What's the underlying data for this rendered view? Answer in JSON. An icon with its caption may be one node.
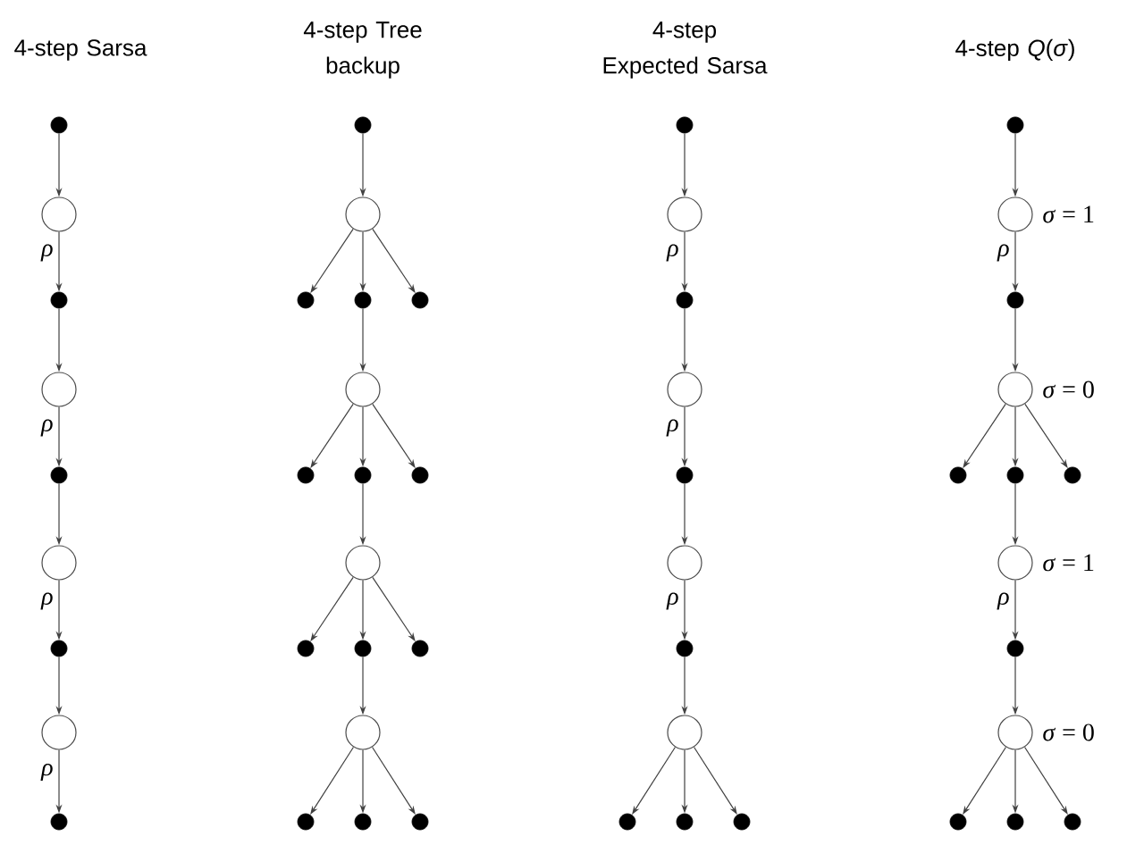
{
  "diagram": {
    "nodes": [
      {
        "text": [],
        "shape": "dot"
      },
      {
        "text": [],
        "shape": "circle"
      },
      {
        "text": [],
        "shape": "dot"
      },
      {
        "text": [],
        "shape": "circle"
      },
      {
        "text": [],
        "shape": "dot"
      },
      {
        "text": [],
        "shape": "circle"
      },
      {
        "text": [],
        "shape": "dot"
      },
      {
        "text": [],
        "shape": "circle"
      },
      {
        "text": [],
        "shape": "dot"
      },
      {
        "text": [],
        "shape": "dot"
      },
      {
        "text": [],
        "shape": "circle"
      },
      {
        "text": [],
        "shape": "dot"
      },
      {
        "text": [],
        "shape": "dot"
      },
      {
        "text": [],
        "shape": "dot"
      },
      {
        "text": [],
        "shape": "circle"
      },
      {
        "text": [],
        "shape": "dot"
      },
      {
        "text": [],
        "shape": "dot"
      },
      {
        "text": [],
        "shape": "dot"
      },
      {
        "text": [],
        "shape": "circle"
      },
      {
        "text": [],
        "shape": "dot"
      },
      {
        "text": [],
        "shape": "dot"
      },
      {
        "text": [],
        "shape": "dot"
      },
      {
        "text": [],
        "shape": "circle"
      },
      {
        "text": [],
        "shape": "dot"
      },
      {
        "text": [],
        "shape": "dot"
      },
      {
        "text": [],
        "shape": "dot"
      },
      {
        "text": [],
        "shape": "dot"
      },
      {
        "text": [],
        "shape": "circle"
      },
      {
        "text": [],
        "shape": "dot"
      },
      {
        "text": [],
        "shape": "circle"
      },
      {
        "text": [],
        "shape": "dot"
      },
      {
        "text": [],
        "shape": "circle"
      },
      {
        "text": [],
        "shape": "dot"
      },
      {
        "text": [],
        "shape": "circle"
      },
      {
        "text": [],
        "shape": "dot"
      },
      {
        "text": [],
        "shape": "dot"
      },
      {
        "text": [],
        "shape": "dot"
      },
      {
        "text": [],
        "shape": "dot"
      },
      {
        "text": [],
        "shape": "circle",
        "beside": [
          "*σ* = 1"
        ]
      },
      {
        "text": [],
        "shape": "dot"
      },
      {
        "text": [],
        "shape": "circle",
        "beside": [
          "*σ* = 0"
        ]
      },
      {
        "text": [],
        "shape": "dot"
      },
      {
        "text": [],
        "shape": "dot"
      },
      {
        "text": [],
        "shape": "dot"
      },
      {
        "text": [],
        "shape": "circle",
        "beside": [
          "*σ* = 1"
        ]
      },
      {
        "text": [],
        "shape": "dot"
      },
      {
        "text": [],
        "shape": "circle",
        "beside": [
          "*σ* = 0"
        ]
      },
      {
        "text": [],
        "shape": "dot"
      },
      {
        "text": [],
        "shape": "dot"
      },
      {
        "text": [],
        "shape": "dot"
      }
    ],
    "edges": [
      {
        "from": 0,
        "to": 1,
        "arrow": "to"
      },
      {
        "from": 1,
        "to": 2,
        "arrow": "to",
        "label": "*ρ*"
      },
      {
        "from": 2,
        "to": 3,
        "arrow": "to"
      },
      {
        "from": 3,
        "to": 4,
        "arrow": "to",
        "label": "*ρ*"
      },
      {
        "from": 4,
        "to": 5,
        "arrow": "to"
      },
      {
        "from": 5,
        "to": 6,
        "arrow": "to",
        "label": "*ρ*"
      },
      {
        "from": 6,
        "to": 7,
        "arrow": "to"
      },
      {
        "from": 7,
        "to": 8,
        "arrow": "to",
        "label": "*ρ*"
      },
      {
        "from": 9,
        "to": 10,
        "arrow": "to"
      },
      {
        "from": 10,
        "to": 11,
        "arrow": "to"
      },
      {
        "from": 10,
        "to": 12,
        "arrow": "to"
      },
      {
        "from": 10,
        "to": 13,
        "arrow": "to"
      },
      {
        "from": 12,
        "to": 14,
        "arrow": "to"
      },
      {
        "from": 14,
        "to": 15,
        "arrow": "to"
      },
      {
        "from": 14,
        "to": 16,
        "arrow": "to"
      },
      {
        "from": 14,
        "to": 17,
        "arrow": "to"
      },
      {
        "from": 16,
        "to": 18,
        "arrow": "to"
      },
      {
        "from": 18,
        "to": 19,
        "arrow": "to"
      },
      {
        "from": 18,
        "to": 20,
        "arrow": "to"
      },
      {
        "from": 18,
        "to": 21,
        "arrow": "to"
      },
      {
        "from": 20,
        "to": 22,
        "arrow": "to"
      },
      {
        "from": 22,
        "to": 23,
        "arrow": "to"
      },
      {
        "from": 22,
        "to": 24,
        "arrow": "to"
      },
      {
        "from": 22,
        "to": 25,
        "arrow": "to"
      },
      {
        "from": 26,
        "to": 27,
        "arrow": "to"
      },
      {
        "from": 27,
        "to": 28,
        "arrow": "to",
        "label": "*ρ*"
      },
      {
        "from": 28,
        "to": 29,
        "arrow": "to"
      },
      {
        "from": 29,
        "to": 30,
        "arrow": "to",
        "label": "*ρ*"
      },
      {
        "from": 30,
        "to": 31,
        "arrow": "to"
      },
      {
        "from": 31,
        "to": 32,
        "arrow": "to",
        "label": "*ρ*"
      },
      {
        "from": 32,
        "to": 33,
        "arrow": "to"
      },
      {
        "from": 33,
        "to": 34,
        "arrow": "to"
      },
      {
        "from": 33,
        "to": 35,
        "arrow": "to"
      },
      {
        "from": 33,
        "to": 36,
        "arrow": "to"
      },
      {
        "from": 37,
        "to": 38,
        "arrow": "to"
      },
      {
        "from": 38,
        "to": 39,
        "arrow": "to",
        "label": "*ρ*"
      },
      {
        "from": 39,
        "to": 40,
        "arrow": "to"
      },
      {
        "from": 40,
        "to": 41,
        "arrow": "to"
      },
      {
        "from": 40,
        "to": 42,
        "arrow": "to"
      },
      {
        "from": 40,
        "to": 43,
        "arrow": "to"
      },
      {
        "from": 42,
        "to": 44,
        "arrow": "to"
      },
      {
        "from": 44,
        "to": 45,
        "arrow": "to",
        "label": "*ρ*"
      },
      {
        "from": 45,
        "to": 46,
        "arrow": "to"
      },
      {
        "from": 46,
        "to": 47,
        "arrow": "to"
      },
      {
        "from": 46,
        "to": 48,
        "arrow": "to"
      },
      {
        "from": 46,
        "to": 49,
        "arrow": "to"
      }
    ],
    "labels": [
      "4-step Sarsa",
      "4-step Tree backup",
      "4-step Expected Sarsa",
      "4-step *Q*(*σ*)"
    ]
  }
}
